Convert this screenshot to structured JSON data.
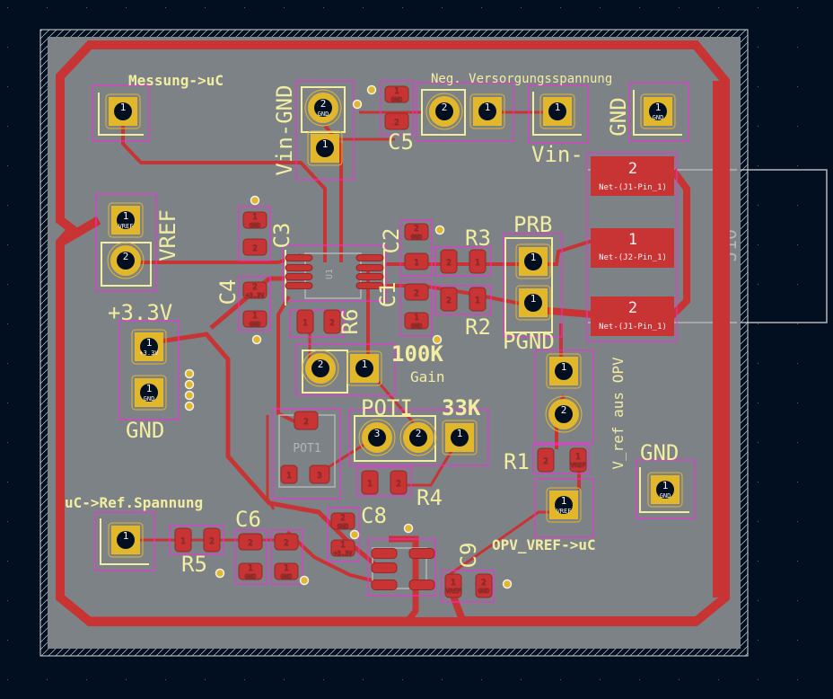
{
  "app": {
    "view": "PCB Editor - 2D board view (top copper)"
  },
  "colors": {
    "background": "#010f20",
    "board": "#7d8287",
    "copper": "#c83434",
    "silkscreen": "#f2eda1",
    "courtyard": "#ff26e2",
    "tht_pad": "#e3b72a",
    "fab": "#b5b5b5"
  },
  "silk_labels": {
    "messung": "Messung->uC",
    "neg_versorgung": "Neg. Versorgungsspannung",
    "vin_gnd": "Vin-GND",
    "vin_minus": "Vin-",
    "gnd_top": "GND",
    "vref": "VREF",
    "plus33": "+3.3V",
    "gnd_left": "GND",
    "c3": "C3",
    "c4": "C4",
    "c2": "C2",
    "c1": "C1",
    "c5": "C5",
    "r3": "R3",
    "r2": "R2",
    "r6": "R6",
    "prb": "PRB",
    "pgnd": "PGND",
    "k100": "100K",
    "gain": "Gain",
    "poti": "POTI",
    "k33": "33K",
    "r4": "R4",
    "r1": "R1",
    "vref_opv": "V_ref aus OPV",
    "gnd_right": "GND",
    "uc_ref": "uC->Ref.Spannung",
    "c6": "C6",
    "r5": "R5",
    "c8": "C8",
    "c9": "C9",
    "opv_vref": "OPV_VREF->uC"
  },
  "fab_labels": {
    "u1": "U1",
    "pot1": "POT1",
    "j10": "J10"
  },
  "pad_labels": {
    "one": "1",
    "two": "2",
    "three": "3",
    "gnd": "GND",
    "vref": "VREF",
    "v33": "+3.3V",
    "net_j1": "Net-(J1-Pin_1)",
    "net_j2": "Net-(J2-Pin_1)"
  }
}
